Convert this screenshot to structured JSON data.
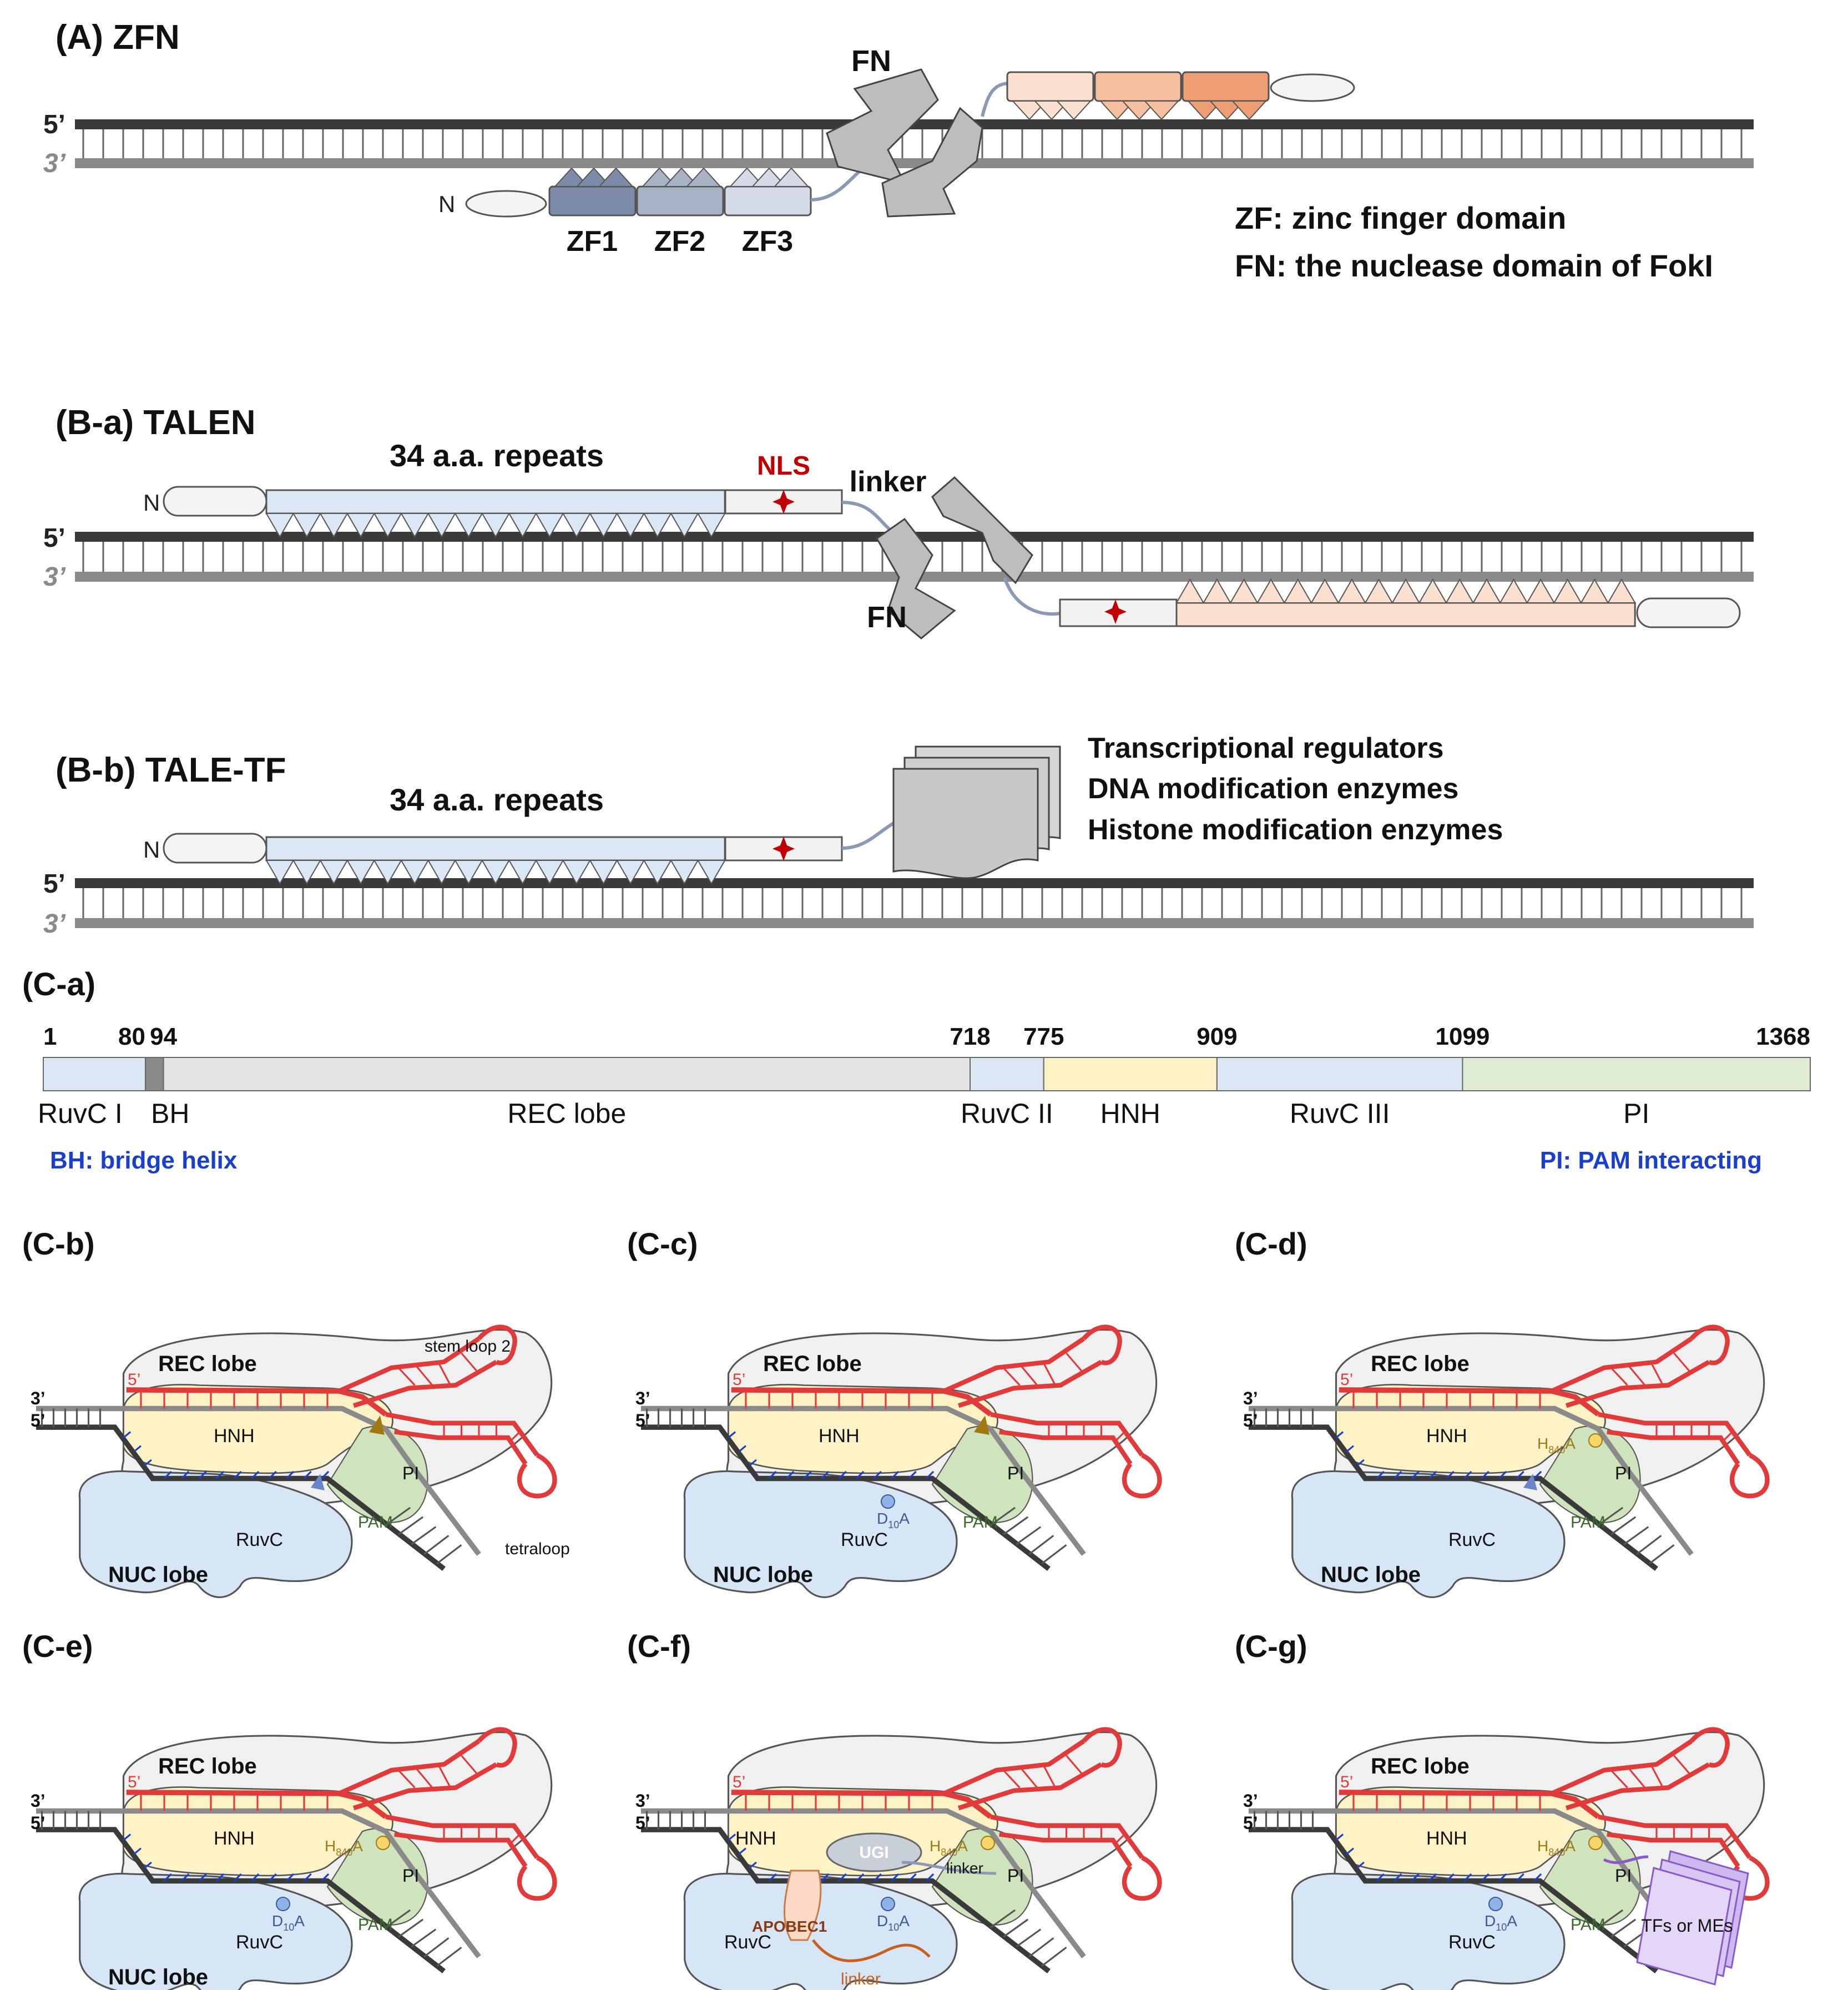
{
  "panelA": {
    "title": "(A) ZFN",
    "fn_label": "FN",
    "n_label": "N",
    "zf_labels": [
      "ZF1",
      "ZF2",
      "ZF3"
    ],
    "strand5": "5’",
    "strand3": "3’",
    "legend": [
      "ZF: zinc finger domain",
      "FN: the nuclease domain of FokI"
    ]
  },
  "panelBa": {
    "title": "(B-a) TALEN",
    "repeats_label": "34 a.a. repeats",
    "nls_label": "NLS",
    "linker_label": "linker",
    "fn_label": "FN",
    "n_label": "N",
    "strand5": "5’",
    "strand3": "3’"
  },
  "panelBb": {
    "title": "(B-b) TALE-TF",
    "repeats_label": "34 a.a. repeats",
    "n_label": "N",
    "strand5": "5’",
    "strand3": "3’",
    "effectors": [
      "Transcriptional regulators",
      "DNA modification enzymes",
      "Histone modification enzymes"
    ]
  },
  "panelCa": {
    "title": "(C-a)",
    "positions": [
      "1",
      "80",
      "94",
      "718",
      "775",
      "909",
      "1099",
      "1368"
    ],
    "domains": [
      "RuvC I",
      "BH",
      "REC lobe",
      "RuvC II",
      "HNH",
      "RuvC III",
      "PI"
    ],
    "notes": [
      "BH: bridge helix",
      "PI: PAM interacting"
    ]
  },
  "cas9": {
    "rec": "REC lobe",
    "hnh": "HNH",
    "pi": "PI",
    "pam": "PAM",
    "ruvc": "RuvC",
    "nuc": "NUC lobe",
    "five": "5’",
    "three": "3’",
    "stemloop": "stem loop 2",
    "tetraloop": "tetraloop",
    "d10a_main": "D",
    "d10a_sub": "10",
    "d10a_end": "A",
    "h840a_main": "H",
    "h840a_sub": "840",
    "h840a_end": "A",
    "ugi": "UGI",
    "apobec": "APOBEC1",
    "linker": "linker",
    "tfs": "TFs or MEs"
  },
  "cas9_panels": [
    {
      "label": "(C-b)"
    },
    {
      "label": "(C-c)"
    },
    {
      "label": "(C-d)"
    },
    {
      "label": "(C-e)"
    },
    {
      "label": "(C-f)"
    },
    {
      "label": "(C-g)"
    }
  ],
  "colors": {
    "strand_dark": "#3a3a3a",
    "strand_grey": "#8a8a8a",
    "zf_blue": "#7d8ba8",
    "tale_blue": "#dbe7f5",
    "tale_orange": "#fbe0cf",
    "fokI": "#bdbdbd",
    "rna_red": "#e03a3a",
    "hnh_yellow": "#fdf2c6",
    "nuc_blue": "#d6e6f6",
    "pi_green": "#cfe3bd",
    "label_blue": "#1a3fcf",
    "nls_red": "#c00000"
  }
}
